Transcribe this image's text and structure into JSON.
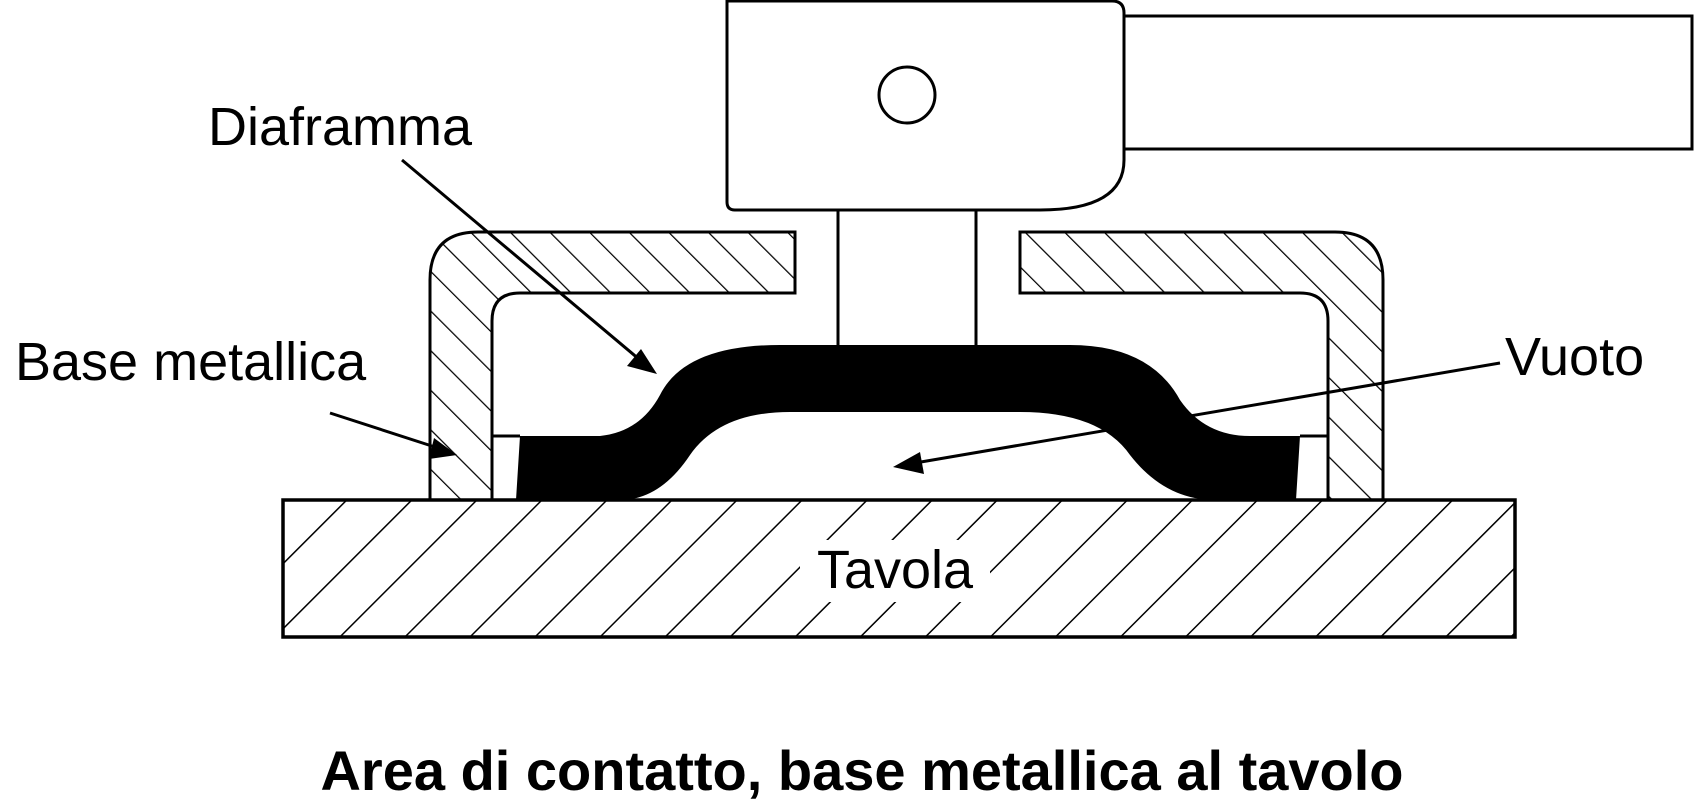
{
  "labels": {
    "diaphragm": "Diaframma",
    "metal_base": "Base metallica",
    "vacuum": "Vuoto",
    "table": "Tavola"
  },
  "caption": "Area di contatto, base metallica al tavolo",
  "colors": {
    "ink": "#000000",
    "paper": "#ffffff"
  }
}
